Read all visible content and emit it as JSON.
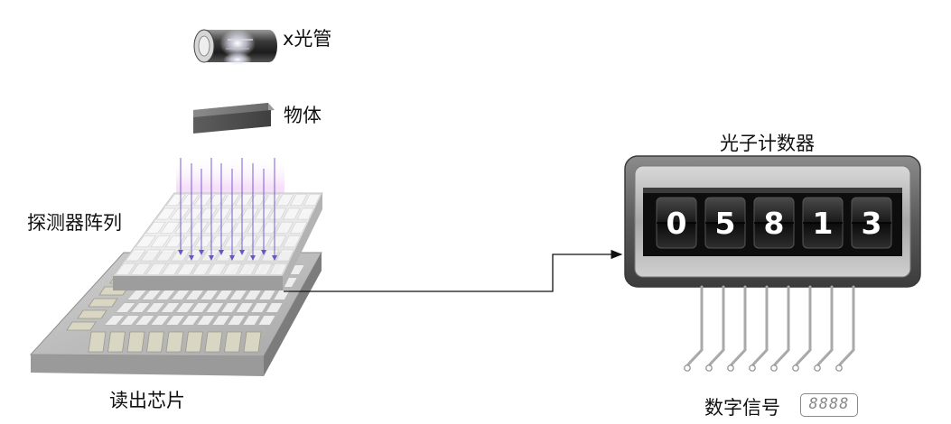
{
  "labels": {
    "xray_tube": "x光管",
    "object": "物体",
    "detector_array": "探测器阵列",
    "readout_chip": "读出芯片",
    "photon_counter": "光子计数器",
    "digital_signal": "数字信号",
    "digital_display": "8888"
  },
  "counter_digits": [
    "0",
    "5",
    "8",
    "1",
    "3"
  ],
  "colors": {
    "beam": "#6a4fd0",
    "counter_frame": "#5c5c5c",
    "counter_window": "#111111",
    "chip_body": "#bdbdbd"
  }
}
